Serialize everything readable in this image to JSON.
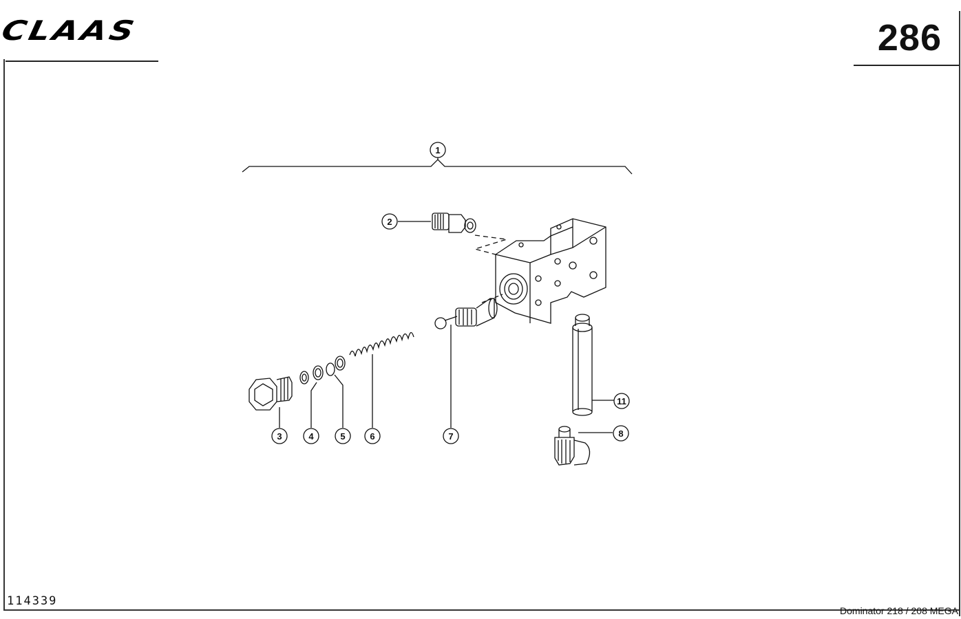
{
  "header": {
    "logo_text": "CLAAS",
    "page_number": "286"
  },
  "footer": {
    "document_number": "114339",
    "model": "Dominator 218 / 208 MEGA"
  },
  "callouts": [
    "1",
    "2",
    "3",
    "4",
    "5",
    "6",
    "7",
    "8",
    "11"
  ]
}
